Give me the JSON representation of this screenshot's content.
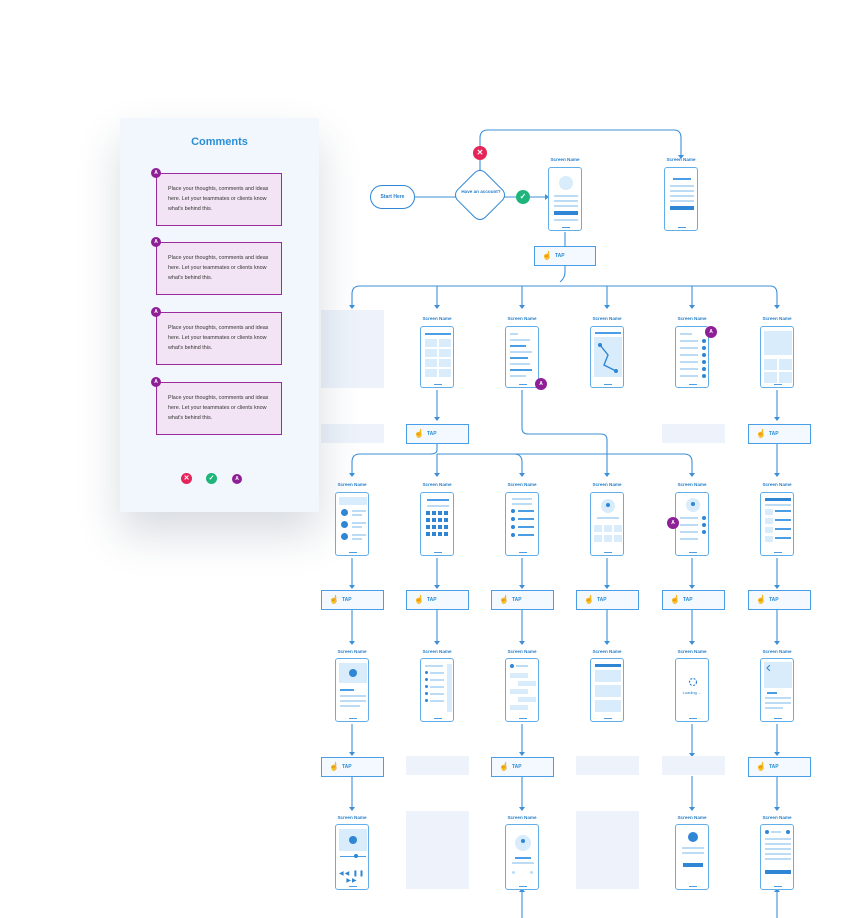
{
  "comments_panel": {
    "title": "Comments",
    "avatar_initial": "A",
    "comments": [
      "Place your thoughts, comments and ideas here. Let your teammates or clients know what's behind this.",
      "Place your thoughts, comments and ideas here. Let your teammates or clients know what's behind this.",
      "Place your thoughts, comments and ideas here. Let your teammates or clients know what's behind this.",
      "Place your thoughts, comments and ideas here. Let your teammates or clients know what's behind this."
    ],
    "footer_icons": [
      "close-icon",
      "check-icon",
      "avatar-icon"
    ]
  },
  "flow": {
    "start_label": "Start Here",
    "decision_label": "Have an account?",
    "screen_label": "Screen Name",
    "tap_label": "TAP",
    "loading_label": "Loading ...",
    "marker_initial": "A"
  },
  "colors": {
    "wire": "#2e86d4",
    "card_fill": "#f2e4f4",
    "card_border": "#9b2b9b",
    "avatar": "#8e1f96",
    "reject": "#e5245a",
    "approve": "#1fb57a",
    "panel_bg": "#f2f7fd"
  }
}
